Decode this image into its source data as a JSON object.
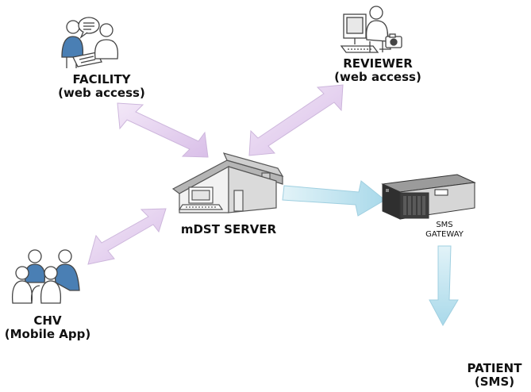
{
  "nodes": {
    "facility": {
      "title": "FACILITY",
      "subtitle": "(web access)"
    },
    "reviewer": {
      "title": "REVIEWER",
      "subtitle": "(web access)"
    },
    "server": {
      "title": "mDST SERVER"
    },
    "gateway": {
      "title": "SMS",
      "subtitle": "GATEWAY"
    },
    "chv": {
      "title": "CHV",
      "subtitle": "(Mobile App)"
    },
    "patient": {
      "title": "PATIENT",
      "subtitle": "(SMS)"
    }
  },
  "colors": {
    "bidirectional_arrow": "#e3cdee",
    "oneway_arrow": "#bfe3ee",
    "person_blue": "#4a7fb4",
    "outline": "#444444"
  },
  "icons": {
    "facility": "people-meeting-icon",
    "reviewer": "person-at-computer-icon",
    "server": "server-house-icon",
    "gateway": "sms-gateway-device-icon",
    "chv": "group-of-people-icon"
  }
}
